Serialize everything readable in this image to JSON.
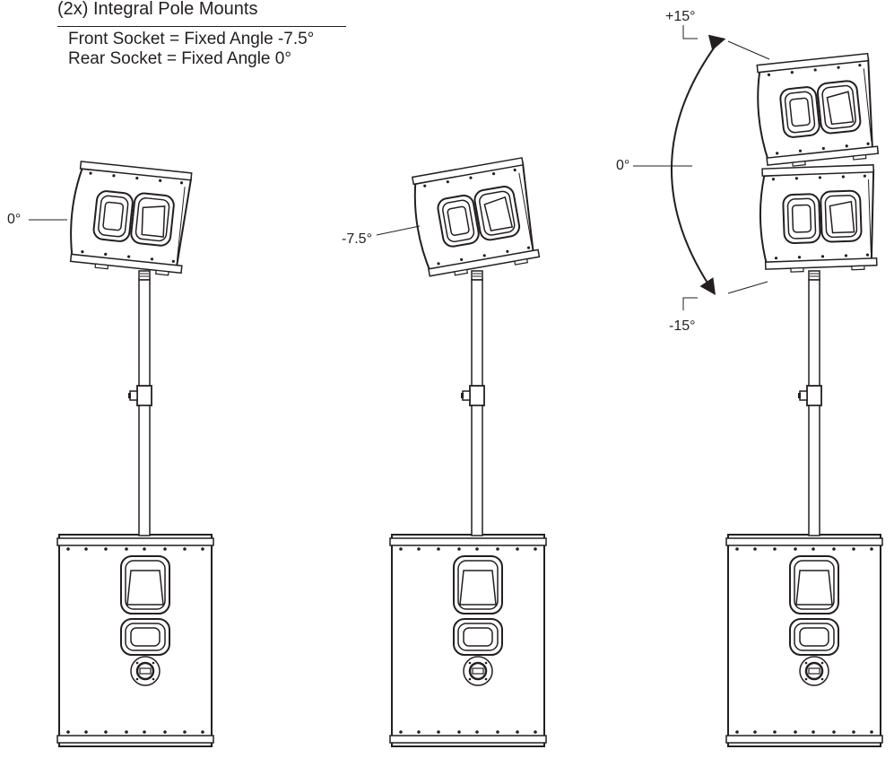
{
  "header": {
    "title": "(2x) Integral Pole Mounts",
    "front_socket": "Front Socket = Fixed Angle -7.5°",
    "rear_socket": "Rear Socket = Fixed Angle 0°"
  },
  "configs": [
    {
      "angle_label": "0°"
    },
    {
      "angle_label": "-7.5°"
    },
    {
      "center_label": "0°",
      "upper_label": "+15°",
      "lower_label": "-15°"
    }
  ]
}
